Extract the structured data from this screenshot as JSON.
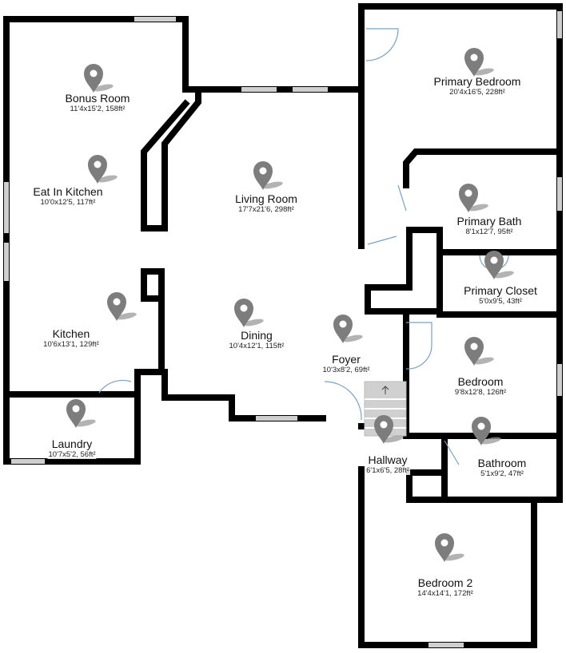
{
  "colors": {
    "wall": "#000000",
    "window": "#cccccc",
    "door": "#7aa0c4",
    "pin": "#7d7d7d",
    "shadow": "#9a9a9a",
    "stair": "#d0d0d0"
  },
  "icons": {
    "pin": "map-pin-icon",
    "stairs": "stairs-arrow-icon"
  },
  "rooms": [
    {
      "id": "bonus-room",
      "name": "Bonus Room",
      "dims": "11'4x15'2, 158ft²"
    },
    {
      "id": "eat-in-kitchen",
      "name": "Eat In Kitchen",
      "dims": "10'0x12'5, 117ft²"
    },
    {
      "id": "living-room",
      "name": "Living Room",
      "dims": "17'7x21'6, 298ft²"
    },
    {
      "id": "kitchen",
      "name": "Kitchen",
      "dims": "10'6x13'1, 129ft²"
    },
    {
      "id": "dining",
      "name": "Dining",
      "dims": "10'4x12'1, 115ft²"
    },
    {
      "id": "laundry",
      "name": "Laundry",
      "dims": "10'7x5'2, 56ft²"
    },
    {
      "id": "primary-bedroom",
      "name": "Primary Bedroom",
      "dims": "20'4x16'5, 228ft²"
    },
    {
      "id": "primary-bath",
      "name": "Primary Bath",
      "dims": "8'1x12'7, 95ft²"
    },
    {
      "id": "primary-closet",
      "name": "Primary Closet",
      "dims": "5'0x9'5, 43ft²"
    },
    {
      "id": "foyer",
      "name": "Foyer",
      "dims": "10'3x8'2, 69ft²"
    },
    {
      "id": "bedroom",
      "name": "Bedroom",
      "dims": "9'8x12'8, 126ft²"
    },
    {
      "id": "hallway",
      "name": "Hallway",
      "dims": "6'1x6'5, 28ft²"
    },
    {
      "id": "bathroom",
      "name": "Bathroom",
      "dims": "5'1x9'2, 47ft²"
    },
    {
      "id": "bedroom-2",
      "name": "Bedroom 2",
      "dims": "14'4x14'1, 172ft²"
    }
  ]
}
